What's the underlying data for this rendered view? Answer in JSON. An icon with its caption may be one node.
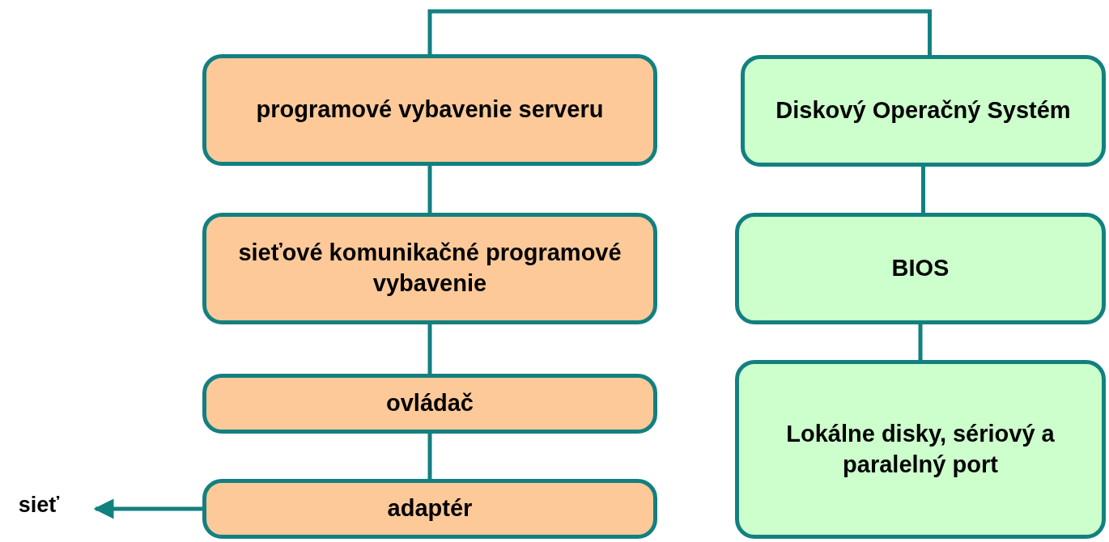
{
  "diagram": {
    "nodes": [
      {
        "text": [
          "programové vybavenie serveru"
        ]
      },
      {
        "text": [
          "sieťové komunikačné programové vybavenie"
        ]
      },
      {
        "text": [
          "ovládač"
        ]
      },
      {
        "text": [
          "adaptér"
        ]
      },
      {
        "text": [
          "Diskový Operačný Systém"
        ]
      },
      {
        "text": [
          "BIOS"
        ]
      },
      {
        "text": [
          "Lokálne disky, sériový a paralelný port"
        ]
      },
      {
        "text": [
          "sieť"
        ]
      }
    ],
    "edges": [
      {
        "from": 0,
        "to": 1,
        "arrow": "none"
      },
      {
        "from": 1,
        "to": 2,
        "arrow": "none"
      },
      {
        "from": 2,
        "to": 3,
        "arrow": "none"
      },
      {
        "from": 3,
        "to": 7,
        "arrow": "to"
      },
      {
        "from": 0,
        "to": 4,
        "arrow": "none"
      },
      {
        "from": 4,
        "to": 5,
        "arrow": "none"
      },
      {
        "from": 5,
        "to": 6,
        "arrow": "none"
      }
    ]
  }
}
